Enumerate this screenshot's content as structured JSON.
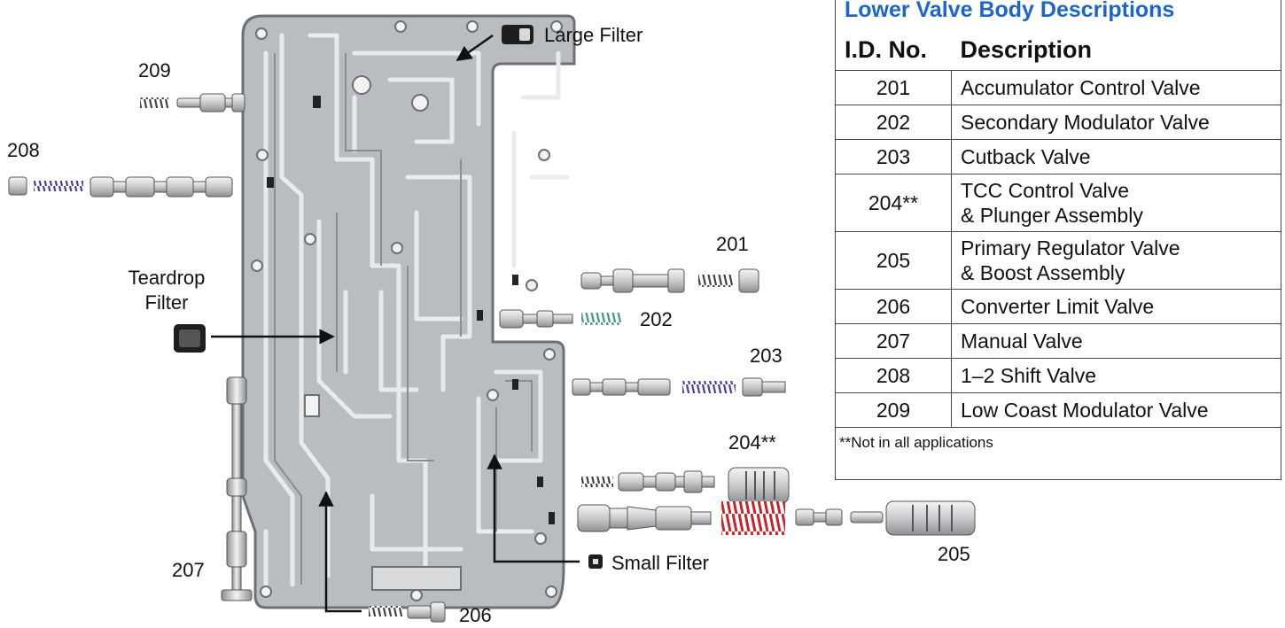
{
  "labels": {
    "large_filter": "Large Filter",
    "teardrop_filter_line1": "Teardrop",
    "teardrop_filter_line2": "Filter",
    "small_filter": "Small Filter",
    "id_201": "201",
    "id_202": "202",
    "id_203": "203",
    "id_204": "204**",
    "id_205": "205",
    "id_206": "206",
    "id_207": "207",
    "id_208": "208",
    "id_209": "209"
  },
  "table": {
    "title": "Lower Valve Body Descriptions",
    "headers": [
      "I.D. No.",
      "Description"
    ],
    "rows": [
      {
        "id": "201",
        "desc": "Accumulator Control Valve",
        "desc2": ""
      },
      {
        "id": "202",
        "desc": "Secondary Modulator Valve",
        "desc2": ""
      },
      {
        "id": "203",
        "desc": "Cutback Valve",
        "desc2": ""
      },
      {
        "id": "204**",
        "desc": "TCC Control Valve",
        "desc2": "& Plunger Assembly"
      },
      {
        "id": "205",
        "desc": "Primary Regulator Valve",
        "desc2": "& Boost Assembly"
      },
      {
        "id": "206",
        "desc": "Converter Limit Valve",
        "desc2": ""
      },
      {
        "id": "207",
        "desc": "Manual Valve",
        "desc2": ""
      },
      {
        "id": "208",
        "desc": "1–2 Shift Valve",
        "desc2": ""
      },
      {
        "id": "209",
        "desc": "Low Coast Modulator Valve",
        "desc2": ""
      }
    ],
    "footnote": "**Not in all applications"
  },
  "colors": {
    "title_blue": "#1b66c9",
    "plate": "#b9bcc0",
    "plate_edge": "#6d7075",
    "spring_blue": "#4a3fa0",
    "spring_red": "#c8242a",
    "spring_teal": "#4f9a8c"
  }
}
